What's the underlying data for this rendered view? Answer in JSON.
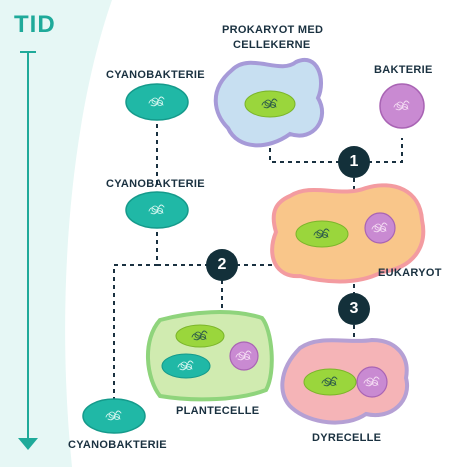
{
  "time_label": "TID",
  "labels": {
    "prokaryot_line1": "PROKARYOT MED",
    "prokaryot_line2": "CELLEKERNE",
    "bakterie": "BAKTERIE",
    "cyano_top": "CYANOBAKTERIE",
    "cyano_mid": "CYANOBAKTERIE",
    "cyano_bottom": "CYANOBAKTERIE",
    "eukaryot": "EUKARYOT",
    "plantecelle": "PLANTECELLE",
    "dyrecelle": "DYRECELLE"
  },
  "steps": {
    "one": "1",
    "two": "2",
    "three": "3"
  },
  "colors": {
    "background_band": "#e6f7f5",
    "time_arrow": "#1faa9a",
    "connector": "#1a3140",
    "step_badge": "#13303a",
    "cyano_fill": "#20b8a6",
    "nucleus_fill": "#9ad63c",
    "bacterium_fill": "#c98ad2",
    "prokaryote_fill": "#b9d3ee",
    "eukaryote_fill": "#f9c68a",
    "plant_fill": "#cfeab0",
    "animal_fill": "#f5b4b7"
  }
}
